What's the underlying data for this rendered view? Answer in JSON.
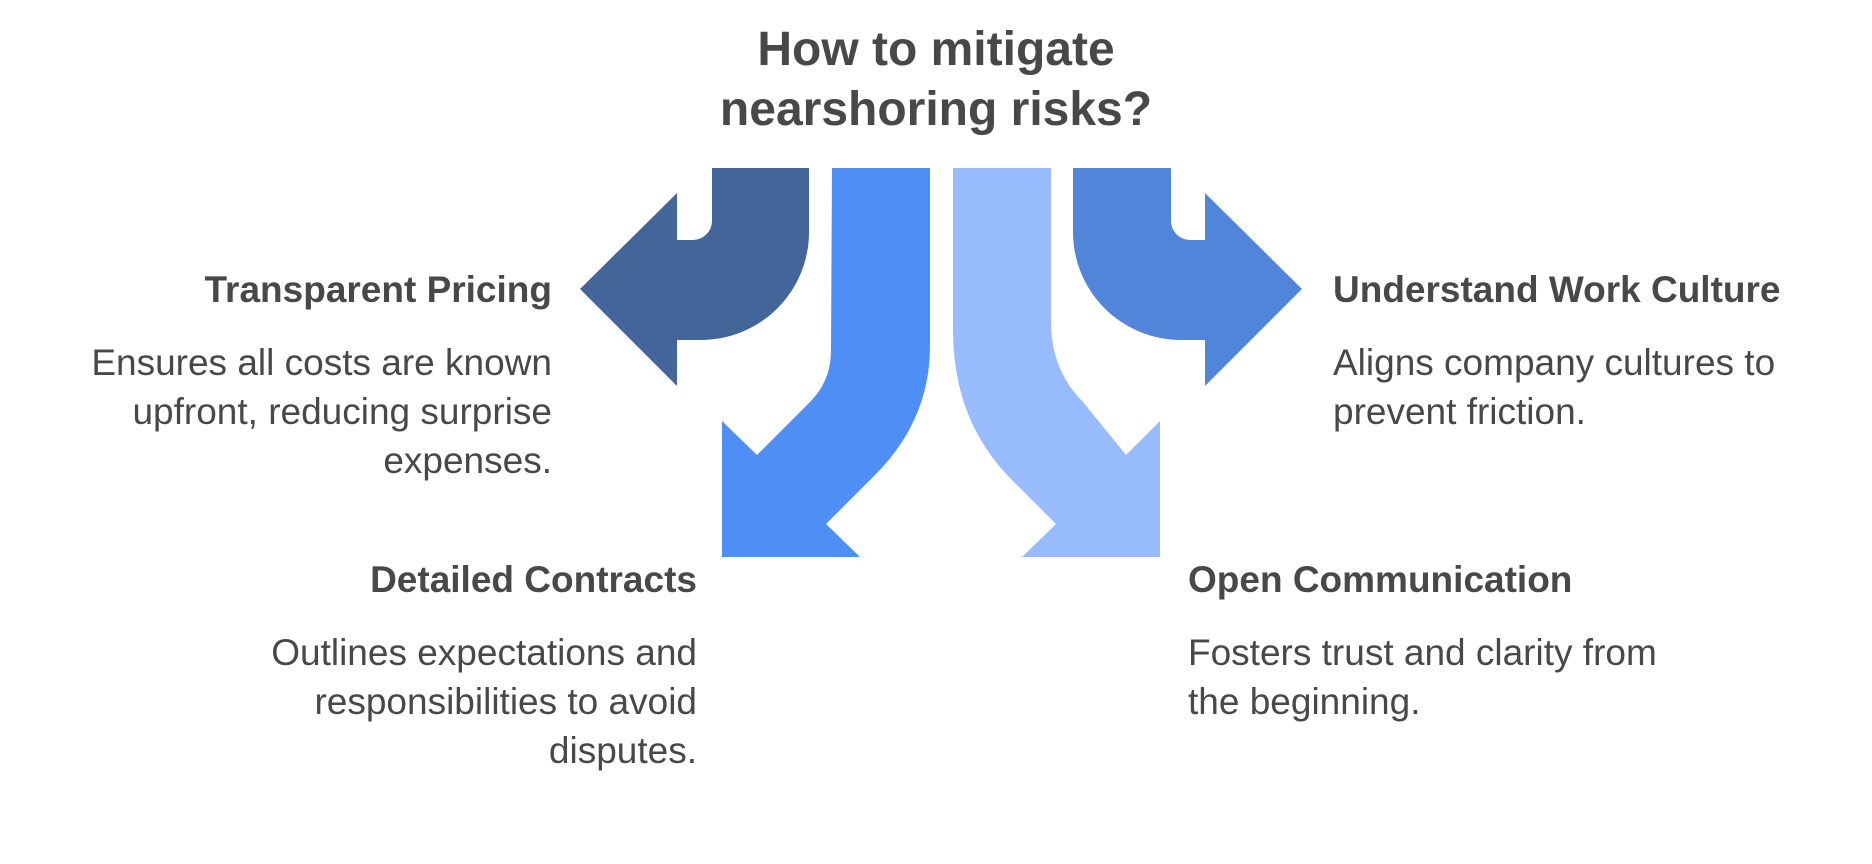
{
  "title": {
    "line1": "How to mitigate",
    "line2": "nearshoring risks?"
  },
  "items": [
    {
      "heading": "Transparent Pricing",
      "text": "Ensures all costs are known upfront, reducing surprise expenses.",
      "color": "#436599"
    },
    {
      "heading": "Detailed Contracts",
      "text": "Outlines expectations and responsibilities to avoid disputes.",
      "color": "#4f8ef5"
    },
    {
      "heading": "Open Communication",
      "text": "Fosters trust and clarity from the beginning.",
      "color": "#97bbfc"
    },
    {
      "heading": "Understand Work Culture",
      "text": "Aligns company cultures to prevent friction.",
      "color": "#5185d9"
    }
  ]
}
